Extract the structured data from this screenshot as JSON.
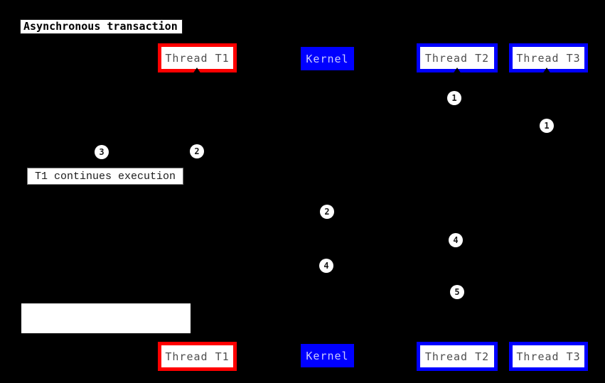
{
  "title": "Asynchronous transaction",
  "participants": [
    {
      "id": "thread-t1",
      "label": "Thread T1",
      "style": "red-outline"
    },
    {
      "id": "kernel",
      "label": "Kernel",
      "style": "blue-filled"
    },
    {
      "id": "thread-t2",
      "label": "Thread T2",
      "style": "blue-outline"
    },
    {
      "id": "thread-t3",
      "label": "Thread T3",
      "style": "blue-outline"
    }
  ],
  "step_markers": [
    {
      "step": "1",
      "lifeline": "thread-t2"
    },
    {
      "step": "1",
      "lifeline": "thread-t3"
    },
    {
      "step": "2",
      "lifeline": "thread-t1"
    },
    {
      "step": "3",
      "lifeline": "thread-t1"
    },
    {
      "step": "2",
      "lifeline": "kernel"
    },
    {
      "step": "4",
      "lifeline": "thread-t2"
    },
    {
      "step": "4",
      "lifeline": "kernel"
    },
    {
      "step": "5",
      "lifeline": "thread-t2"
    }
  ],
  "notes": [
    {
      "text": "T1 continues execution"
    },
    {
      "text": ""
    }
  ],
  "colors": {
    "background": "#000000",
    "thread_t1_border": "#ff0000",
    "thread_outline": "#0000ff",
    "kernel_fill": "#0000ff",
    "kernel_text": "#ccccff",
    "participant_text": "#4d4d4d",
    "note_background": "#ffffff"
  }
}
